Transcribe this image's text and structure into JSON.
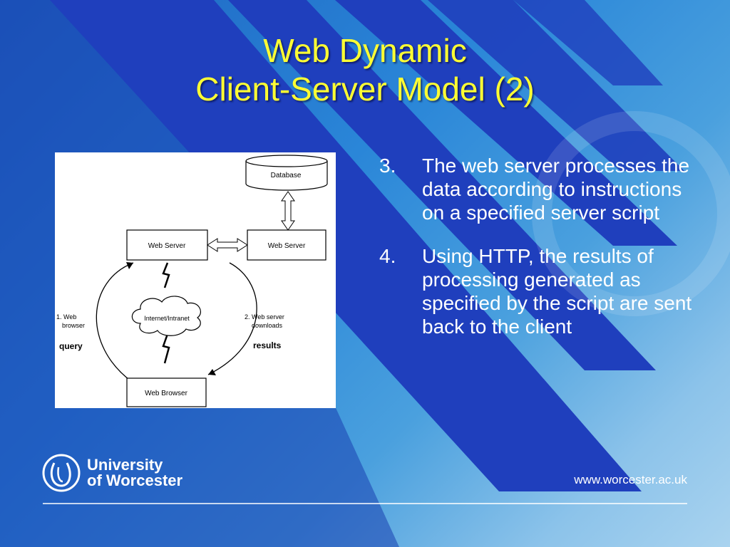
{
  "slide": {
    "title_line1": "Web Dynamic",
    "title_line2": "Client-Server Model (2)"
  },
  "diagram": {
    "database": "Database",
    "web_server_left": "Web Server",
    "web_server_right": "Web Server",
    "internet": "Internet/Intranet",
    "web_browser": "Web Browser",
    "step1_line1": "1. Web",
    "step1_line2": "browser",
    "step1_action": "query",
    "step2_line1": "2. Web server",
    "step2_line2": "downloads",
    "step2_action": "results"
  },
  "bullets": [
    {
      "num": "3.",
      "text": "The web server processes the data according to instructions on a specified server script"
    },
    {
      "num": "4.",
      "text": "Using HTTP, the results of processing generated as specified by the script are sent back to the client"
    }
  ],
  "footer": {
    "logo_line1": "University",
    "logo_line2": "of Worcester",
    "website": "www.worcester.ac.uk"
  },
  "colors": {
    "title": "#ffff33",
    "stripe": "#1f3fbd",
    "text": "#ffffff"
  }
}
